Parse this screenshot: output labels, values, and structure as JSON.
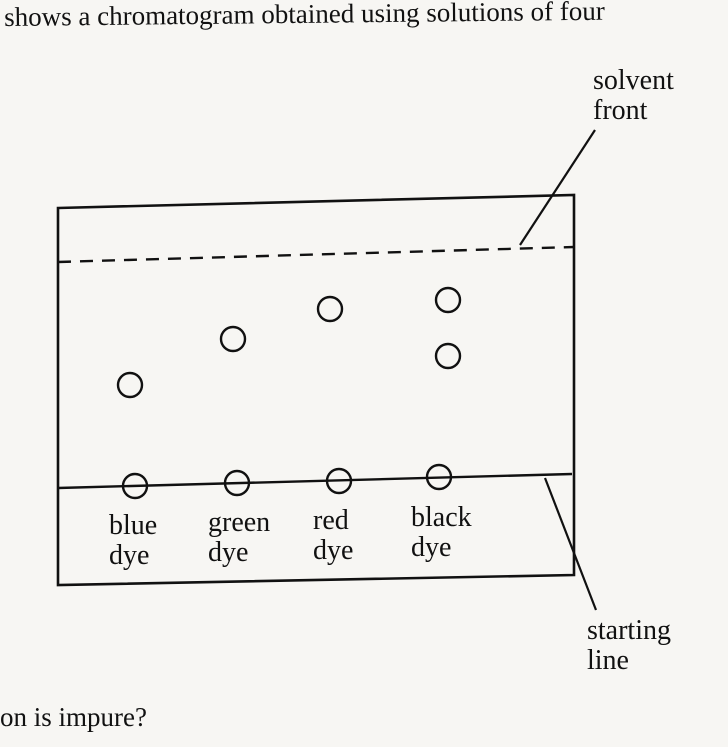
{
  "intro_text": "shows a chromatogram obtained using solutions of four",
  "question_text": "on is impure?",
  "labels": {
    "solvent_front": [
      "solvent",
      "front"
    ],
    "starting_line": [
      "starting",
      "line"
    ]
  },
  "dyes": [
    {
      "line1": "blue",
      "line2": "dye"
    },
    {
      "line1": "green",
      "line2": "dye"
    },
    {
      "line1": "red",
      "line2": "dye"
    },
    {
      "line1": "black",
      "line2": "dye"
    }
  ]
}
